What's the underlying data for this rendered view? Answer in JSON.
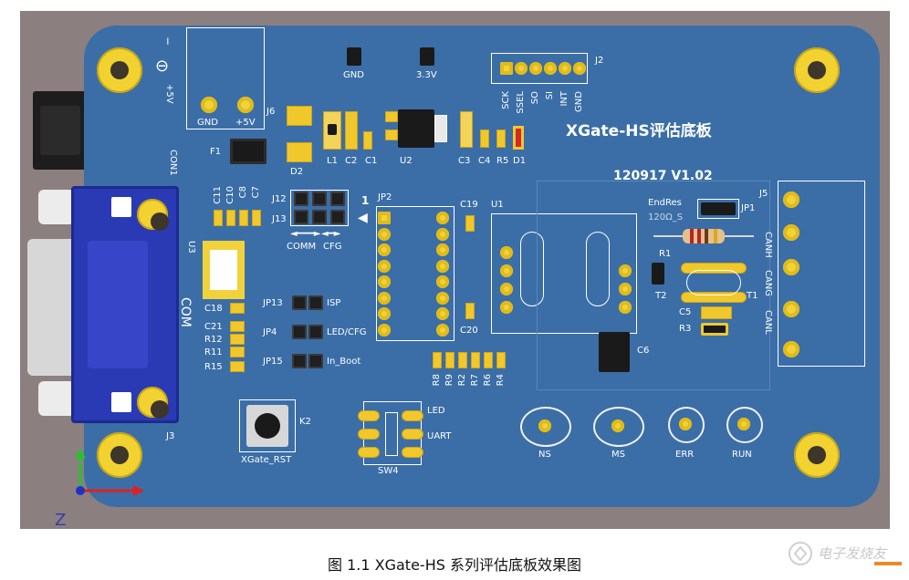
{
  "board": {
    "title": "XGate-HS评估底板",
    "version": "120917  V1.02"
  },
  "labels": {
    "power": [
      "−",
      "+5V"
    ],
    "con1": "CON1",
    "gnd": "GND",
    "v5": "+5V",
    "j6": "J6",
    "f1": "F1",
    "gnd_tp": "GND",
    "v33_tp": "3.3V",
    "j2": "J2",
    "j2_pins": [
      "SCK",
      "SSEL",
      "SO",
      "SI",
      "INT",
      "GND"
    ],
    "l1": "L1",
    "c2": "C2",
    "c1": "C1",
    "u2": "U2",
    "d2": "D2",
    "c3": "C3",
    "c4": "C4",
    "r5": "R5",
    "d1": "D1",
    "caps_top_left": [
      "C11",
      "C10",
      "C8",
      "C7"
    ],
    "u3": "U3",
    "com": "COM",
    "j3": "J3",
    "j12": "J12",
    "j13": "J13",
    "comm": "COMM",
    "cfg": "CFG",
    "pin1": "1",
    "jp2": "JP2",
    "c19": "C19",
    "u1": "U1",
    "c20": "C20",
    "endres": "EndRes",
    "endres_val": "120Ω_S",
    "jp1": "JP1",
    "r1": "R1",
    "j5": "J5",
    "can_pins": [
      "CANH",
      "CANG",
      "CANL"
    ],
    "t2": "T2",
    "t1": "T1",
    "c5": "C5",
    "r3": "R3",
    "c6": "C6",
    "c18": "C18",
    "c21": "C21",
    "r12": "R12",
    "r11": "R11",
    "r15": "R15",
    "jp13": "JP13",
    "isp": "ISP",
    "jp4": "JP4",
    "ledcfg": "LED/CFG",
    "jp15": "JP15",
    "inboot": "In_Boot",
    "res_row": [
      "R8",
      "R9",
      "R2",
      "R7",
      "R6",
      "R4"
    ],
    "k2": "K2",
    "rst": "XGate_RST",
    "led": "LED",
    "uart": "UART",
    "sw4": "SW4",
    "ns": "NS",
    "ms": "MS",
    "err": "ERR",
    "run": "RUN",
    "axis_z": "Z"
  },
  "caption": "图  1.1    XGate-HS 系列评估底板效果图",
  "watermark_text": "电子发烧友",
  "colors": {
    "board": "#3b6ea7",
    "background": "#8c7f80",
    "pad_gold": "#f2d23b",
    "db9_blue": "#2a3ab5",
    "silk": "#ffffff"
  }
}
